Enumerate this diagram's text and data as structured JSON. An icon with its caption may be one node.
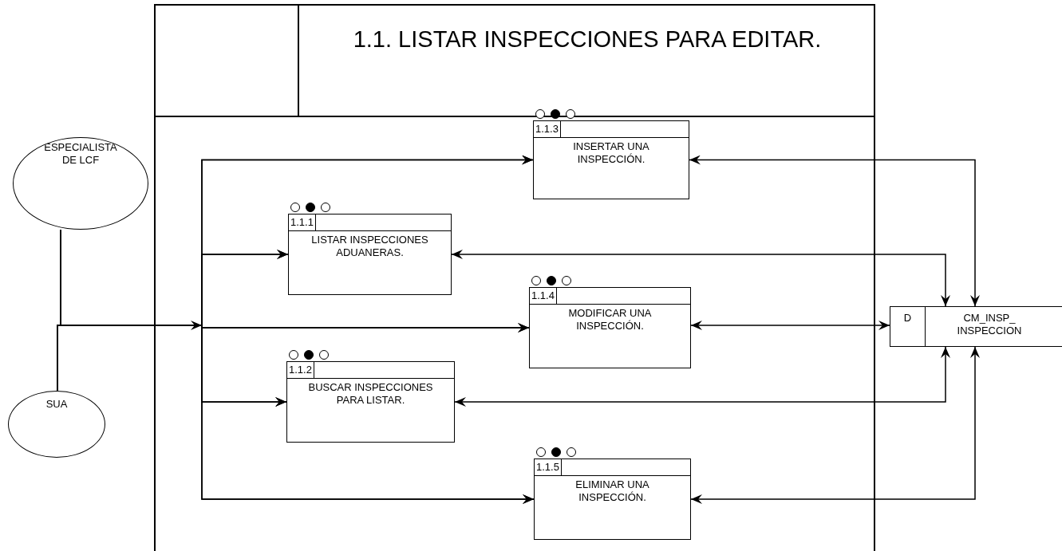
{
  "diagram": {
    "nodes": [
      {
        "text": [
          "1.1. LISTAR INSPECCIONES PARA EDITAR."
        ]
      },
      {
        "text": [
          "ESPECIALISTA DE LCF"
        ]
      },
      {
        "text": [
          "SUA"
        ]
      },
      {
        "text": [
          "1.1.3",
          "INSERTAR UNA INSPECCIÓN."
        ],
        "in": 0
      },
      {
        "text": [
          "1.1.1",
          "LISTAR INSPECCIONES ADUANERAS."
        ],
        "in": 0
      },
      {
        "text": [
          "1.1.4",
          "MODIFICAR UNA INSPECCIÓN."
        ],
        "in": 0
      },
      {
        "text": [
          "1.1.2",
          "BUSCAR INSPECCIONES PARA LISTAR."
        ],
        "in": 0
      },
      {
        "text": [
          "1.1.5",
          "ELIMINAR UNA INSPECCIÓN."
        ],
        "in": 0
      },
      {
        "text": [
          "D",
          "CM_INSP_ INSPECCION"
        ]
      }
    ],
    "edges": [
      {
        "from": 1,
        "to": 3,
        "arrow": "to"
      },
      {
        "from": 1,
        "to": 4,
        "arrow": "to"
      },
      {
        "from": 1,
        "to": 5,
        "arrow": "to"
      },
      {
        "from": 1,
        "to": 6,
        "arrow": "to"
      },
      {
        "from": 1,
        "to": 7,
        "arrow": "to"
      },
      {
        "from": 2,
        "to": 3,
        "arrow": "to"
      },
      {
        "from": 2,
        "to": 4,
        "arrow": "to"
      },
      {
        "from": 2,
        "to": 5,
        "arrow": "to"
      },
      {
        "from": 2,
        "to": 6,
        "arrow": "to"
      },
      {
        "from": 2,
        "to": 7,
        "arrow": "to"
      },
      {
        "from": 3,
        "to": 8,
        "arrow": "both"
      },
      {
        "from": 4,
        "to": 8,
        "arrow": "both"
      },
      {
        "from": 5,
        "to": 8,
        "arrow": "both"
      },
      {
        "from": 6,
        "to": 8,
        "arrow": "both"
      },
      {
        "from": 7,
        "to": 8,
        "arrow": "both"
      }
    ]
  }
}
